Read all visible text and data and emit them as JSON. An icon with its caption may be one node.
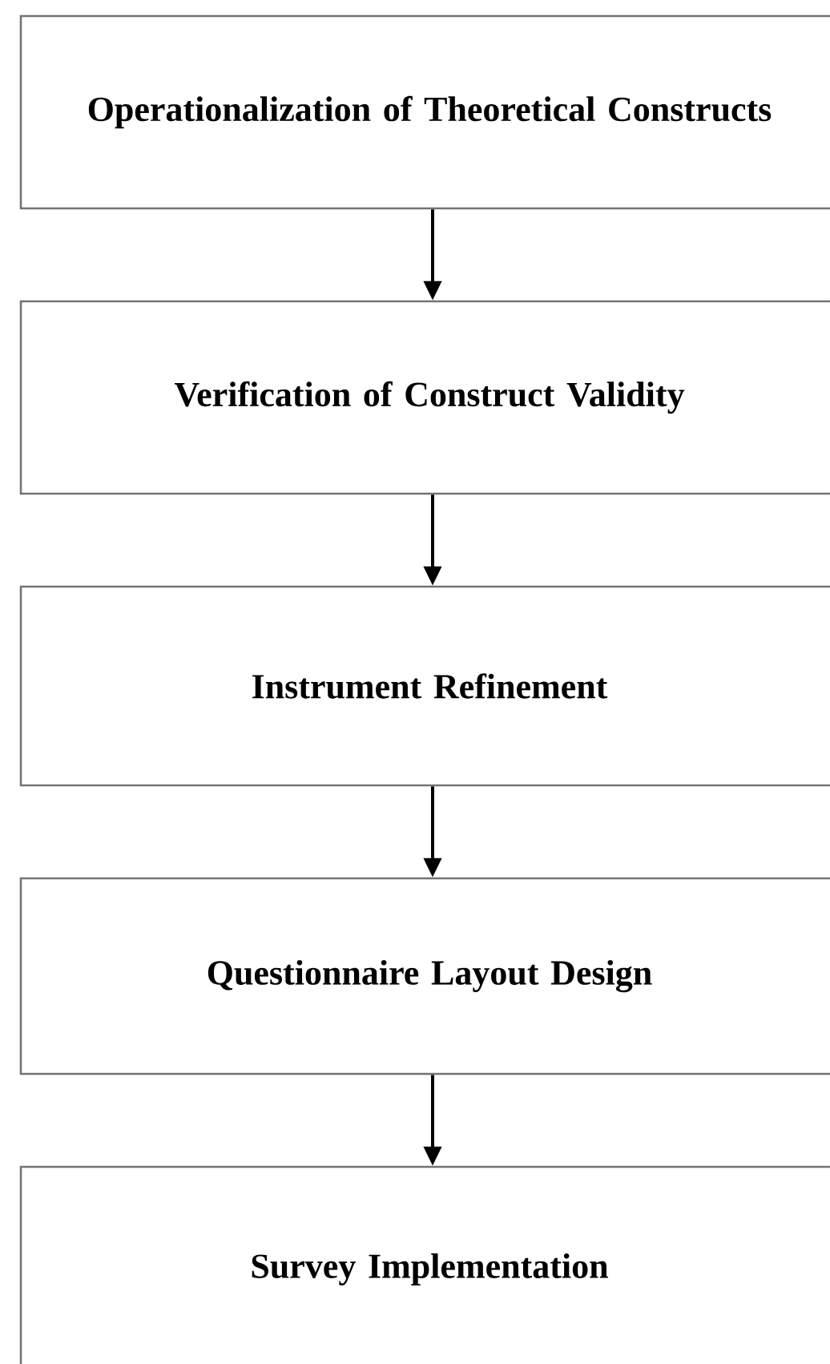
{
  "diagram": {
    "nodes": [
      {
        "text": [
          "Operationalization of Theoretical Constructs"
        ]
      },
      {
        "text": [
          "Verification of Construct Validity"
        ]
      },
      {
        "text": [
          "Instrument Refinement"
        ]
      },
      {
        "text": [
          "Questionnaire Layout Design"
        ]
      },
      {
        "text": [
          "Survey Implementation"
        ]
      }
    ],
    "edges": [
      {
        "from": 0,
        "to": 1,
        "arrow": "to"
      },
      {
        "from": 1,
        "to": 2,
        "arrow": "to"
      },
      {
        "from": 2,
        "to": 3,
        "arrow": "to"
      },
      {
        "from": 3,
        "to": 4,
        "arrow": "to"
      }
    ]
  }
}
